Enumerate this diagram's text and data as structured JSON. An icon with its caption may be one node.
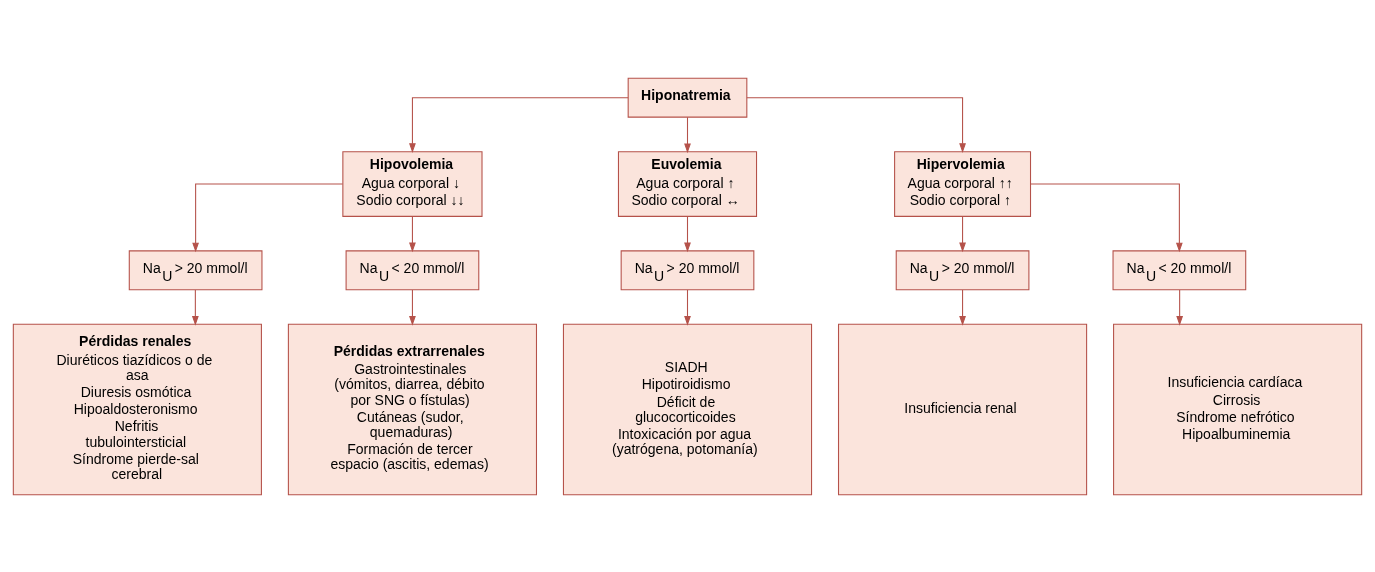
{
  "diagram": {
    "nodes": [
      {
        "text": [
          "Hiponatremia"
        ]
      },
      {
        "text": [
          "Hipovolemia",
          "Agua corporal ↓",
          "Sodio corporal ↓↓"
        ]
      },
      {
        "text": [
          "Euvolemia",
          "Agua corporal ↑",
          "Sodio corporal ↔"
        ]
      },
      {
        "text": [
          "Hipervolemia",
          "Agua corporal ↑↑",
          "Sodio corporal ↑"
        ]
      },
      {
        "text": [
          "Na$_{U}$ > 20 mmol/l"
        ]
      },
      {
        "text": [
          "Na$_{U}$ < 20 mmol/l"
        ]
      },
      {
        "text": [
          "Na$_{U}$ > 20 mmol/l"
        ]
      },
      {
        "text": [
          "Na$_{U}$ > 20 mmol/l"
        ]
      },
      {
        "text": [
          "Na$_{U}$ < 20 mmol/l"
        ]
      },
      {
        "text": [
          "Pérdidas renales",
          "Diuréticos tiazídicos o de asa",
          "Diuresis osmótica",
          "Hipoaldosteronismo",
          "Nefritis tubulointersticial",
          "Síndrome pierde-sal cerebral"
        ]
      },
      {
        "text": [
          "Pérdidas extrarrenales",
          "Gastrointestinales (vómitos, diarrea, débito por SNG o fístulas)",
          "Cutáneas (sudor, quemaduras)",
          "Formación de tercer espacio (ascitis, edemas)"
        ]
      },
      {
        "text": [
          "SIADH",
          "Hipotiroidismo",
          "Déficit de glucocorticoides",
          "Intoxicación por agua (yatrógena, potomanía)"
        ]
      },
      {
        "text": [
          "Insuficiencia renal"
        ]
      },
      {
        "text": [
          "Insuficiencia cardíaca",
          "Cirrosis",
          "Síndrome nefrótico",
          "Hipoalbuminemia"
        ]
      }
    ],
    "edges": [
      {
        "from": 0,
        "to": 1,
        "arrow": "to"
      },
      {
        "from": 0,
        "to": 2,
        "arrow": "to"
      },
      {
        "from": 0,
        "to": 3,
        "arrow": "to"
      },
      {
        "from": 1,
        "to": 4,
        "arrow": "to"
      },
      {
        "from": 1,
        "to": 5,
        "arrow": "to"
      },
      {
        "from": 2,
        "to": 6,
        "arrow": "to"
      },
      {
        "from": 3,
        "to": 7,
        "arrow": "to"
      },
      {
        "from": 3,
        "to": 8,
        "arrow": "to"
      },
      {
        "from": 4,
        "to": 9,
        "arrow": "to"
      },
      {
        "from": 5,
        "to": 10,
        "arrow": "to"
      },
      {
        "from": 6,
        "to": 11,
        "arrow": "to"
      },
      {
        "from": 7,
        "to": 12,
        "arrow": "to"
      },
      {
        "from": 8,
        "to": 13,
        "arrow": "to"
      }
    ]
  }
}
